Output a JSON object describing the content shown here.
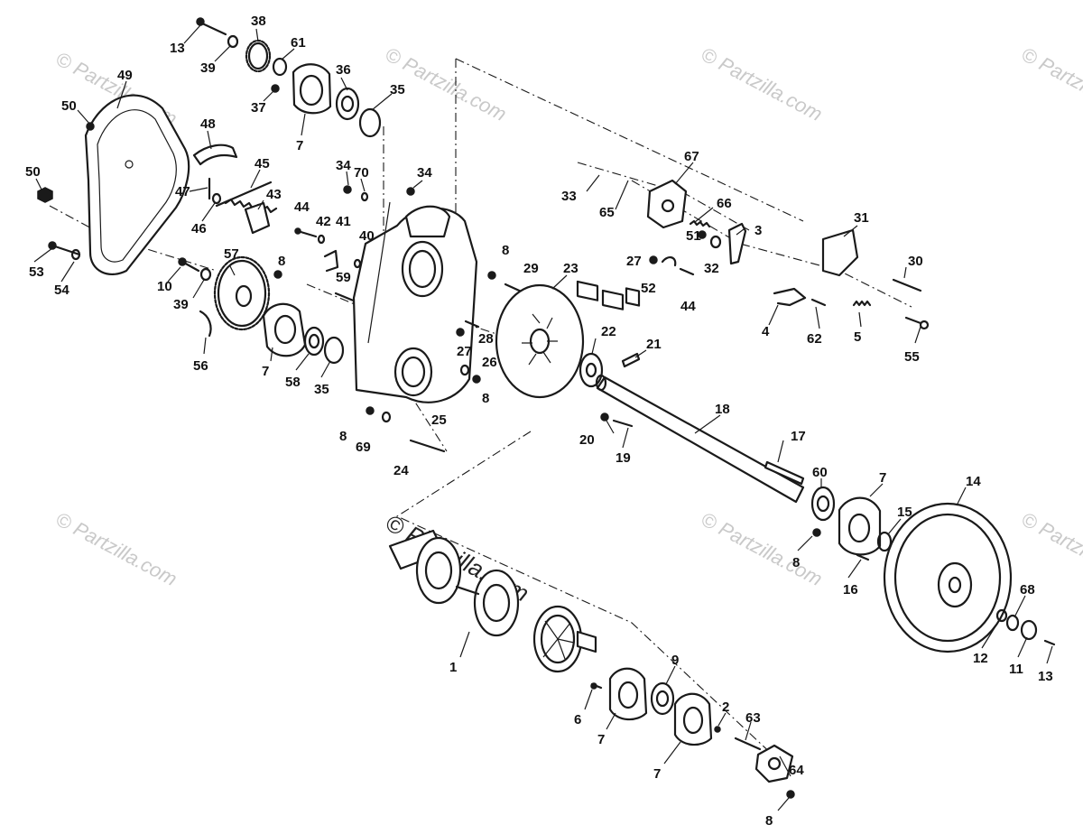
{
  "watermarks": {
    "text": "© Partzilla.com",
    "center_text": "© Partzilla.com"
  },
  "callouts": [
    "13",
    "39",
    "38",
    "61",
    "37",
    "36",
    "35",
    "7",
    "49",
    "50",
    "48",
    "50",
    "47",
    "45",
    "46",
    "43",
    "34",
    "70",
    "34",
    "44",
    "42",
    "41",
    "40",
    "53",
    "54",
    "10",
    "39",
    "57",
    "8",
    "59",
    "56",
    "7",
    "58",
    "35",
    "8",
    "29",
    "27",
    "28",
    "23",
    "22",
    "26",
    "8",
    "25",
    "8",
    "69",
    "24",
    "21",
    "20",
    "19",
    "18",
    "33",
    "67",
    "65",
    "66",
    "51",
    "3",
    "27",
    "52",
    "32",
    "44",
    "31",
    "30",
    "4",
    "62",
    "5",
    "55",
    "17",
    "60",
    "7",
    "14",
    "15",
    "8",
    "16",
    "12",
    "68",
    "11",
    "13",
    "1",
    "9",
    "6",
    "7",
    "2",
    "63",
    "7",
    "64",
    "8"
  ]
}
